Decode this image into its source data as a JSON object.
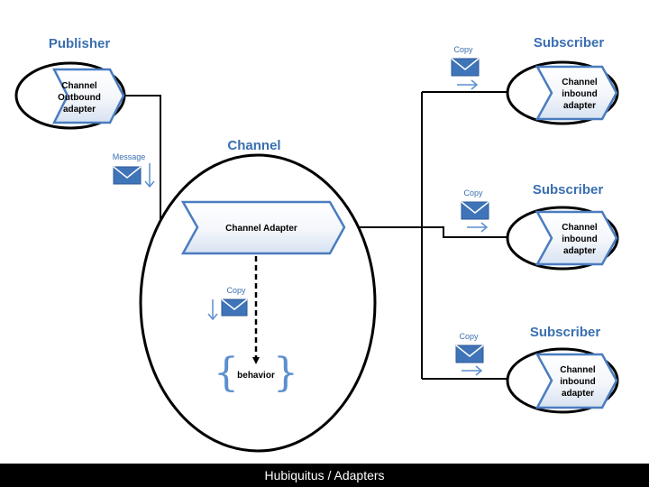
{
  "publisher": {
    "title": "Publisher",
    "adapter_lines": [
      "Channel",
      "Outbound",
      "adapter"
    ]
  },
  "message_label": "Message",
  "channel": {
    "title": "Channel",
    "adapter_label": "Channel Adapter",
    "copy_label": "Copy",
    "behavior_label": "behavior"
  },
  "subscribers": [
    {
      "title": "Subscriber",
      "copy_label": "Copy",
      "adapter_lines": [
        "Channel",
        "inbound",
        "adapter"
      ]
    },
    {
      "title": "Subscriber",
      "copy_label": "Copy",
      "adapter_lines": [
        "Channel",
        "inbound",
        "adapter"
      ]
    },
    {
      "title": "Subscriber",
      "copy_label": "Copy",
      "adapter_lines": [
        "Channel",
        "inbound",
        "adapter"
      ]
    }
  ],
  "footer": "Hubiquitus / Adapters",
  "colors": {
    "accent": "#3a6fb0",
    "envelope": "#3f74b8",
    "adapter_border": "#4a7cc0"
  }
}
